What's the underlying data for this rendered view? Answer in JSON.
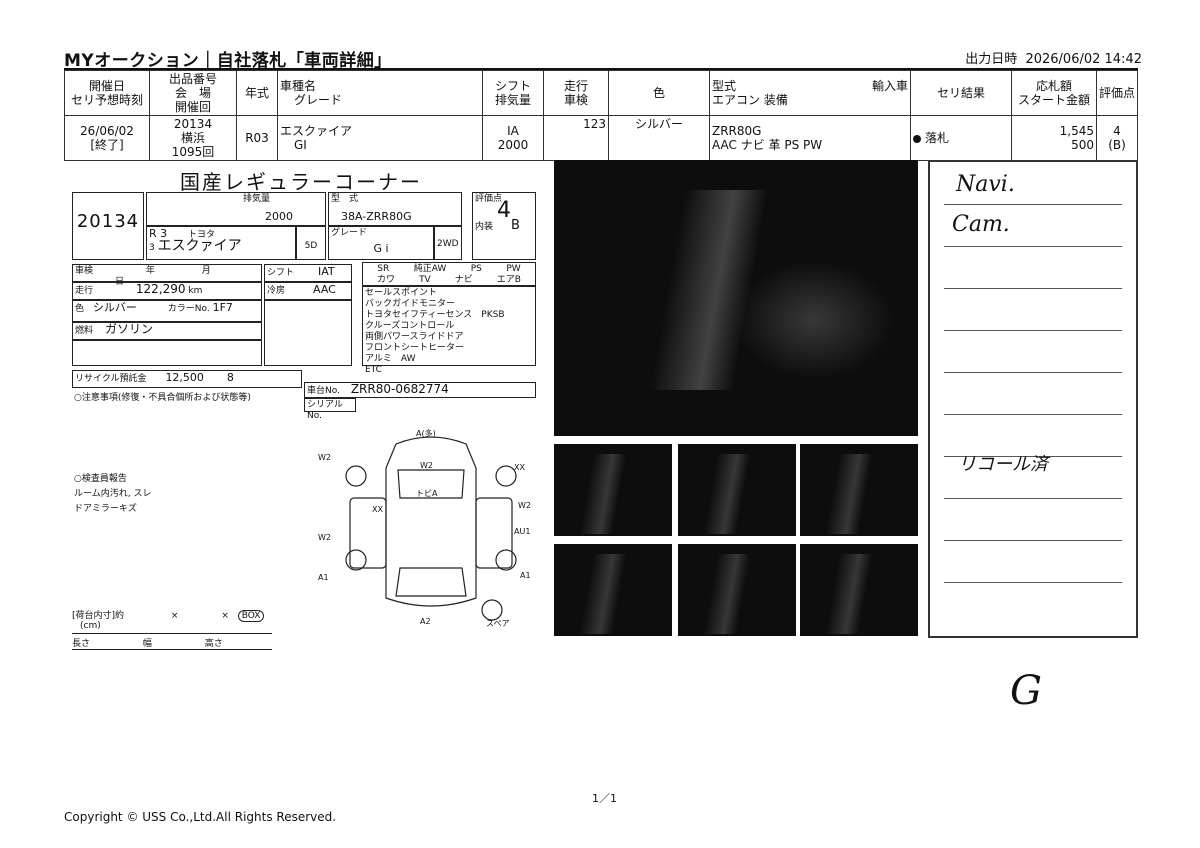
{
  "header": {
    "title": "MYオークション｜自社落札「車両詳細」",
    "output_label": "出力日時",
    "output_datetime": "2026/06/02 14:42"
  },
  "table_headers": {
    "date_line1": "開催日",
    "date_line2": "セリ予想時刻",
    "lot_line1": "出品番号",
    "lot_line2": "会　場",
    "lot_line3": "開催回",
    "year": "年式",
    "model_line1": "車種名",
    "model_line2": "グレード",
    "shift_line1": "シフト",
    "shift_line2": "排気量",
    "mileage_line1": "走行",
    "mileage_line2": "車検",
    "color": "色",
    "type_line1": "型式",
    "type_line2": "エアコン 装備",
    "import": "輸入車",
    "result": "セリ結果",
    "bid_line1": "応札額",
    "bid_line2": "スタート金額",
    "rating": "評価点"
  },
  "row": {
    "date": "26/06/02",
    "status": "[終了]",
    "lot": "20134",
    "venue": "横浜",
    "session": "1095回",
    "year": "R03",
    "model": "エスクァイア",
    "grade": "GI",
    "shift": "IA",
    "displacement": "2000",
    "mileage": "123",
    "color": "シルバー",
    "type": "ZRR80G",
    "equipment": "AAC ナビ 革 PS PW",
    "result": "落札",
    "bid": "1,545",
    "start": "500",
    "rating": "4",
    "rating_sub": "(B)"
  },
  "sheet": {
    "corner_title": "国産レギュラーコーナー",
    "lot_no": "20134",
    "displacement_label": "排気量",
    "displacement": "2000",
    "type_label": "型　式",
    "type": "38A-ZRR80G",
    "score_label": "評価点",
    "score": "4",
    "reg_year": "R 3",
    "reg_month": "3",
    "maker": "トヨタ",
    "car_name": "エスクァイア",
    "doors": "5D",
    "grade_label": "グレード",
    "grade": "G i",
    "drive": "2WD",
    "interior_label": "内装",
    "interior": "B",
    "inspection_label": "車検",
    "year_label": "年",
    "month_label": "月",
    "day_label": "日",
    "shift_label": "シフト",
    "shift": "IAT",
    "mileage_label": "走行",
    "mileage": "122,290",
    "mileage_unit": "km",
    "ac_label": "冷房",
    "ac": "AAC",
    "color_label": "色",
    "color": "シルバー",
    "color_no_label": "カラーNo.",
    "color_no": "1F7",
    "fuel_label": "燃料",
    "fuel": "ガソリン",
    "equip_sr": "SR",
    "equip_aw": "純正AW",
    "equip_ps": "PS",
    "equip_pw": "PW",
    "equip_kawa": "カワ",
    "equip_tv": "TV",
    "equip_navi": "ナビ",
    "equip_ab": "エアB",
    "sales_title": "セールスポイント",
    "sales_points": [
      "バックガイドモニター",
      "トヨタセイフティーセンス　PKSB",
      "クルーズコントロール",
      "両側パワースライドドア",
      "フロントシートヒーター",
      "アルミ　AW",
      "ETC"
    ],
    "recycle_label": "リサイクル預託金",
    "recycle": "12,500",
    "capacity": "8",
    "chassis_label": "車台No.",
    "chassis": "ZRR80-0682774",
    "serial_label": "シリアルNo.",
    "notes_title": "○注意事項",
    "notes_sub": "(修復・不具合個所および状態等)",
    "damage_title": "○検査員報告",
    "damage_lines": [
      "ルーム内汚れ, スレ",
      "ドアミラーキズ"
    ],
    "diagram_top": "A(多)",
    "marks": [
      "W2",
      "W2",
      "XX",
      "トビA",
      "XX",
      "W2",
      "AU1",
      "W2",
      "A1",
      "A1",
      "A2"
    ],
    "spare_label": "スペア",
    "cargo_label": "[荷台内寸]約",
    "cargo_x1": "×",
    "cargo_x2": "×",
    "box_label": "BOX",
    "cm": "(cm)",
    "len_label": "長さ",
    "width_label": "幅",
    "height_label": "高さ"
  },
  "handwriting": {
    "line1": "Navi.",
    "line2": "Cam.",
    "line3": "リコール済",
    "sign": "G"
  },
  "footer": {
    "page": "1／1",
    "copyright": "Copyright © USS Co.,Ltd.All Rights Reserved."
  }
}
